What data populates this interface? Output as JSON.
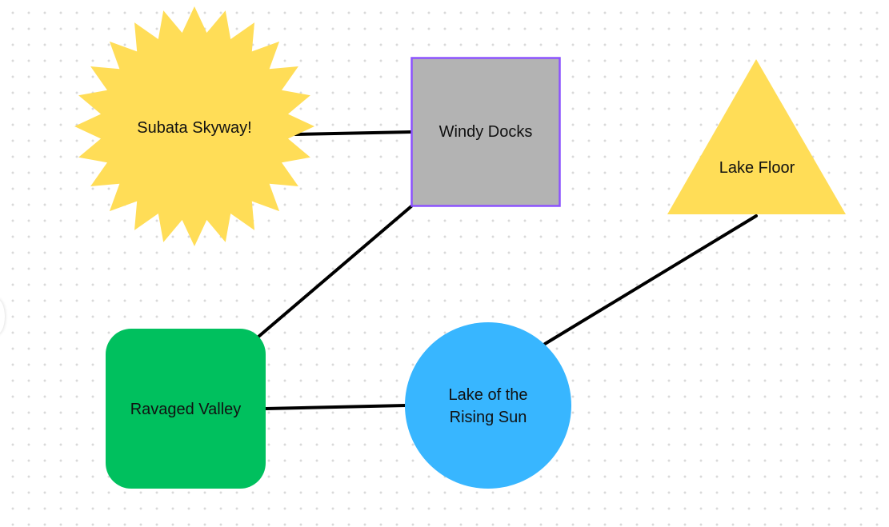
{
  "diagram": {
    "nodes": [
      {
        "id": "subata-skyway",
        "label": "Subata Skyway!",
        "shape": "starburst",
        "fill": "#FFDD57"
      },
      {
        "id": "windy-docks",
        "label": "Windy Docks",
        "shape": "square",
        "fill": "#B3B3B3",
        "border": "#8C52FF"
      },
      {
        "id": "lake-floor",
        "label": "Lake Floor",
        "shape": "triangle",
        "fill": "#FFDD57"
      },
      {
        "id": "ravaged-valley",
        "label": "Ravaged Valley",
        "shape": "rounded-square",
        "fill": "#00C05E"
      },
      {
        "id": "lake-rising-sun",
        "label": "Lake of the Rising Sun",
        "shape": "circle",
        "fill": "#38B6FF"
      }
    ],
    "edges": [
      {
        "from": "subata-skyway",
        "to": "windy-docks"
      },
      {
        "from": "windy-docks",
        "to": "ravaged-valley"
      },
      {
        "from": "ravaged-valley",
        "to": "lake-rising-sun"
      },
      {
        "from": "lake-rising-sun",
        "to": "lake-floor"
      }
    ],
    "edge_color": "#000000"
  }
}
